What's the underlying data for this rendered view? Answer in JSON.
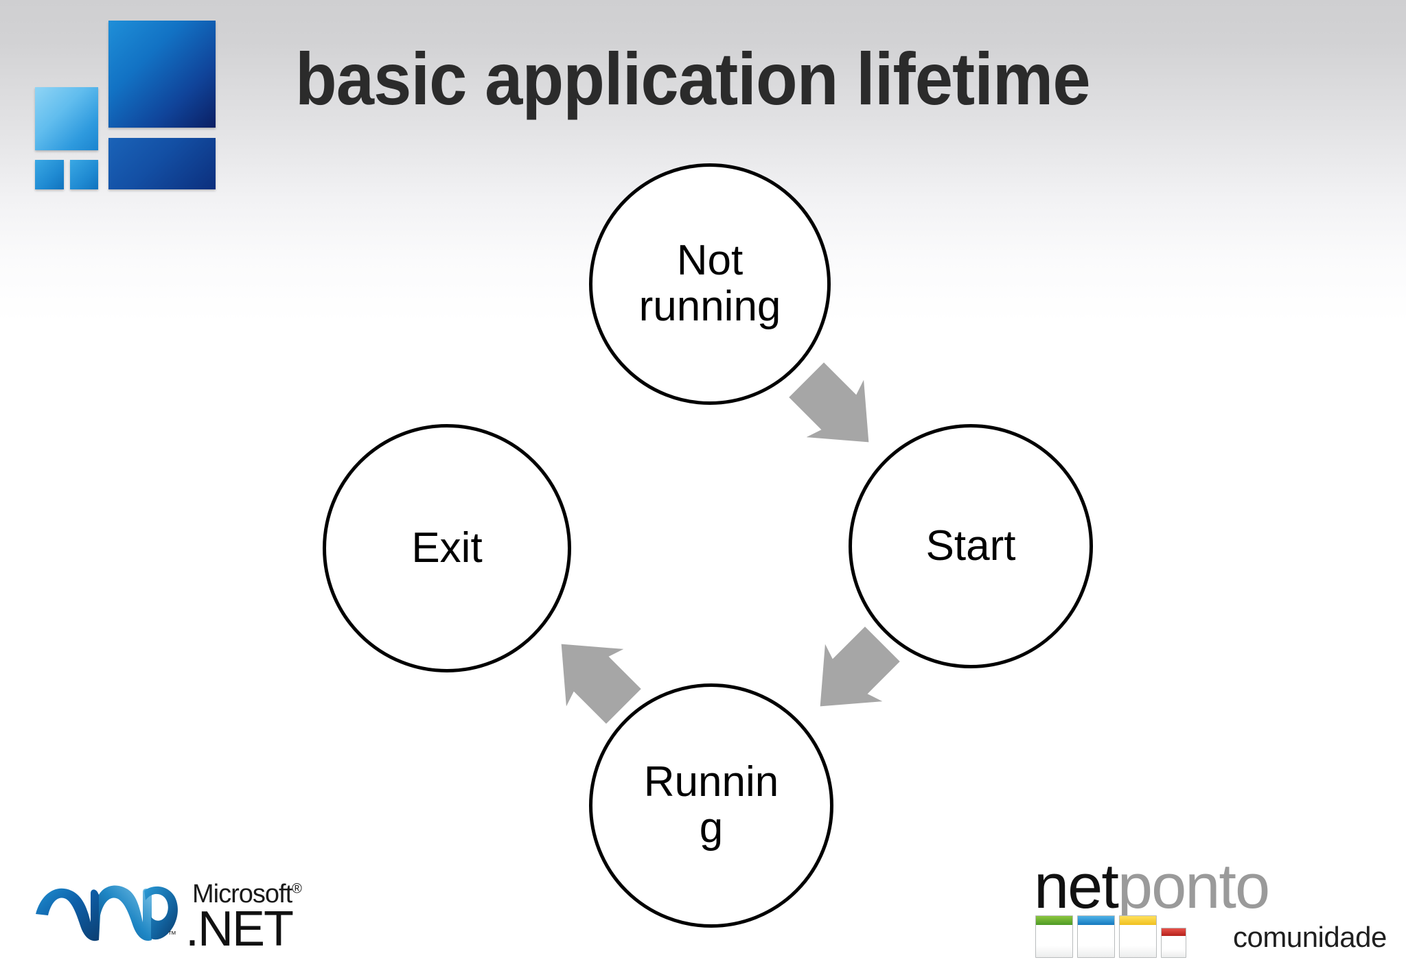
{
  "slide": {
    "title": "basic application lifetime",
    "background_top_color": "#cfcfd1",
    "background_bottom_color": "#ffffff",
    "title_color": "#2b2b2b"
  },
  "brand_logo": {
    "name": "windows-tiles-logo",
    "tile_colors": [
      "#1272c4",
      "#61bdee",
      "#134fa4",
      "#1f8ad2",
      "#1f8ad2"
    ]
  },
  "diagram": {
    "type": "state-cycle",
    "outline_color": "#000000",
    "arrow_color": "#a6a6a6",
    "nodes": [
      {
        "id": "not-running",
        "label": "Not running",
        "position": "top"
      },
      {
        "id": "start",
        "label": "Start",
        "position": "right"
      },
      {
        "id": "running",
        "label": "Runnin\ng",
        "position": "bottom"
      },
      {
        "id": "exit",
        "label": "Exit",
        "position": "left"
      }
    ],
    "transitions": [
      {
        "from": "not-running",
        "to": "start",
        "icon": "arrow-icon"
      },
      {
        "from": "start",
        "to": "running",
        "icon": "arrow-icon"
      },
      {
        "from": "running",
        "to": "exit",
        "icon": "arrow-icon"
      }
    ]
  },
  "dotnet_logo": {
    "microsoft": "Microsoft",
    "registered": "®",
    "net": ".NET",
    "tm": "™"
  },
  "netponto_logo": {
    "net": "net",
    "ponto": "ponto",
    "tagline": "comunidade",
    "square_colors": [
      "#4e9a26",
      "#1579be",
      "#f0c020",
      "#b5221c"
    ]
  }
}
